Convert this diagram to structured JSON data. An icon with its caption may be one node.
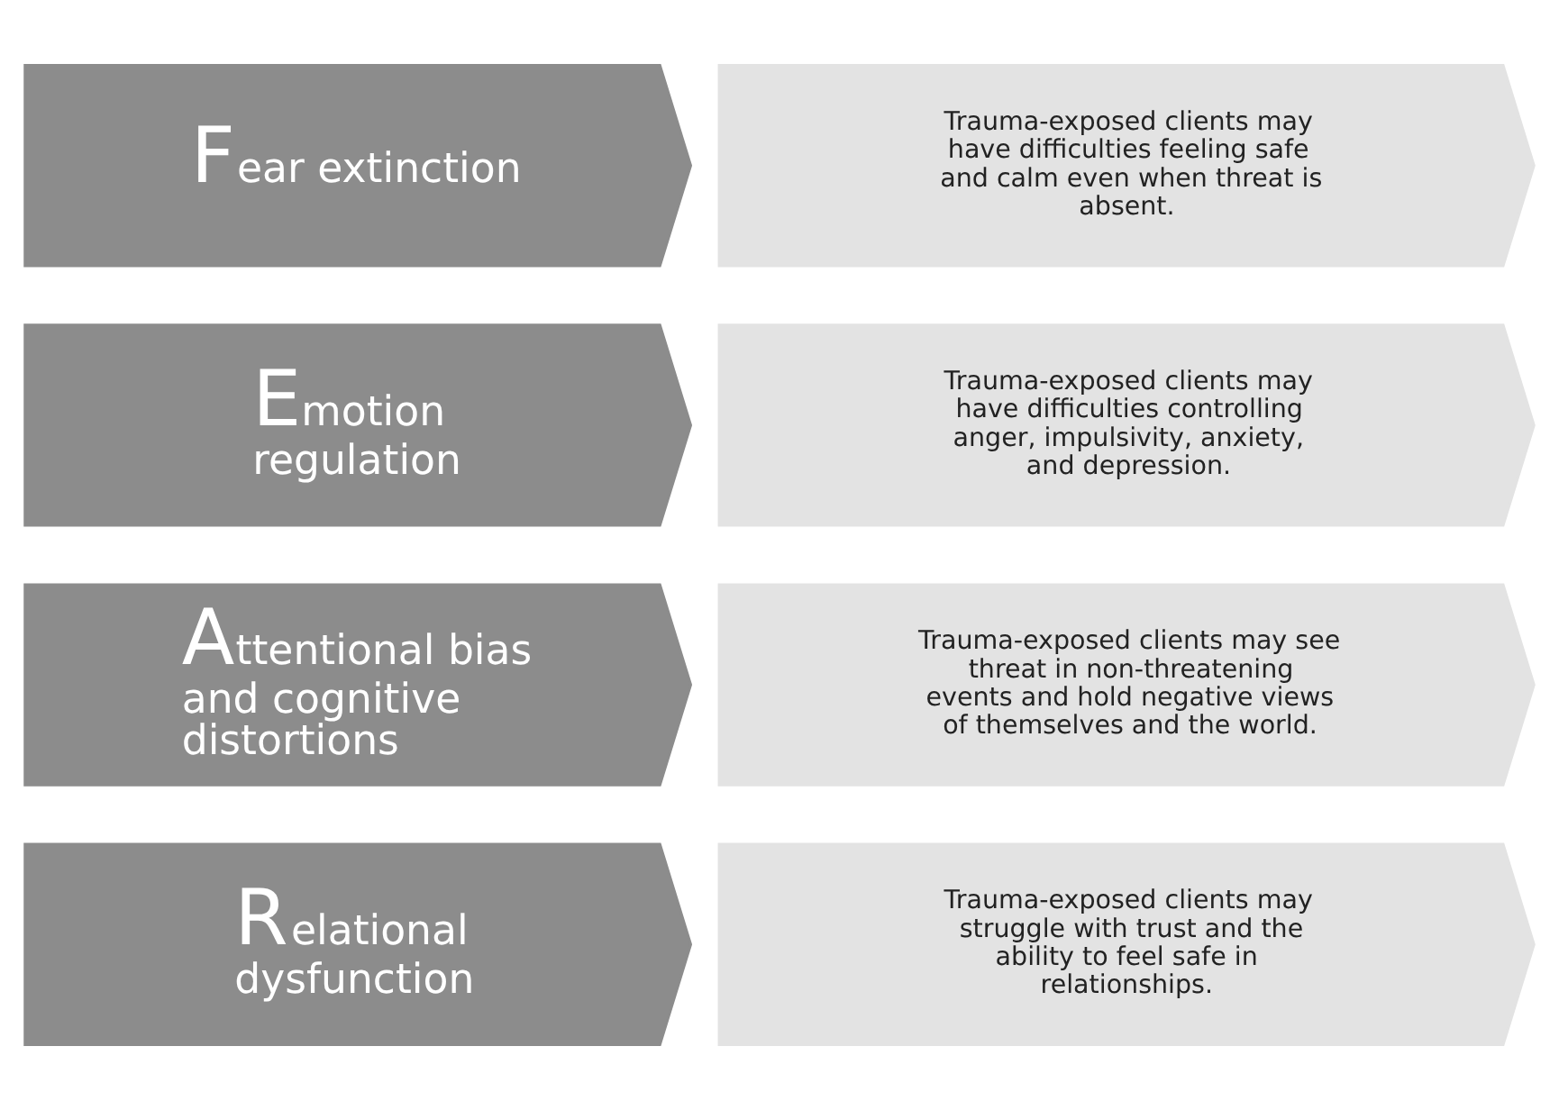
{
  "diagram": {
    "nodes": [
      {
        "text": [
          "Fear extinction"
        ]
      },
      {
        "text": [
          "Trauma-exposed clients may have difficulties feeling safe and calm even when threat is absent."
        ]
      },
      {
        "text": [
          "Emotion regulation"
        ]
      },
      {
        "text": [
          "Trauma-exposed clients may have difficulties controlling anger, impulsivity, anxiety, and depression."
        ]
      },
      {
        "text": [
          "Attentional bias and cognitive distortions"
        ]
      },
      {
        "text": [
          "Trauma-exposed clients may see threat in non-threatening events and hold negative views of themselves and the world."
        ]
      },
      {
        "text": [
          "Relational dysfunction"
        ]
      },
      {
        "text": [
          "Trauma-exposed clients may struggle with trust and the ability to feel safe in relationships."
        ]
      }
    ],
    "edges": []
  }
}
